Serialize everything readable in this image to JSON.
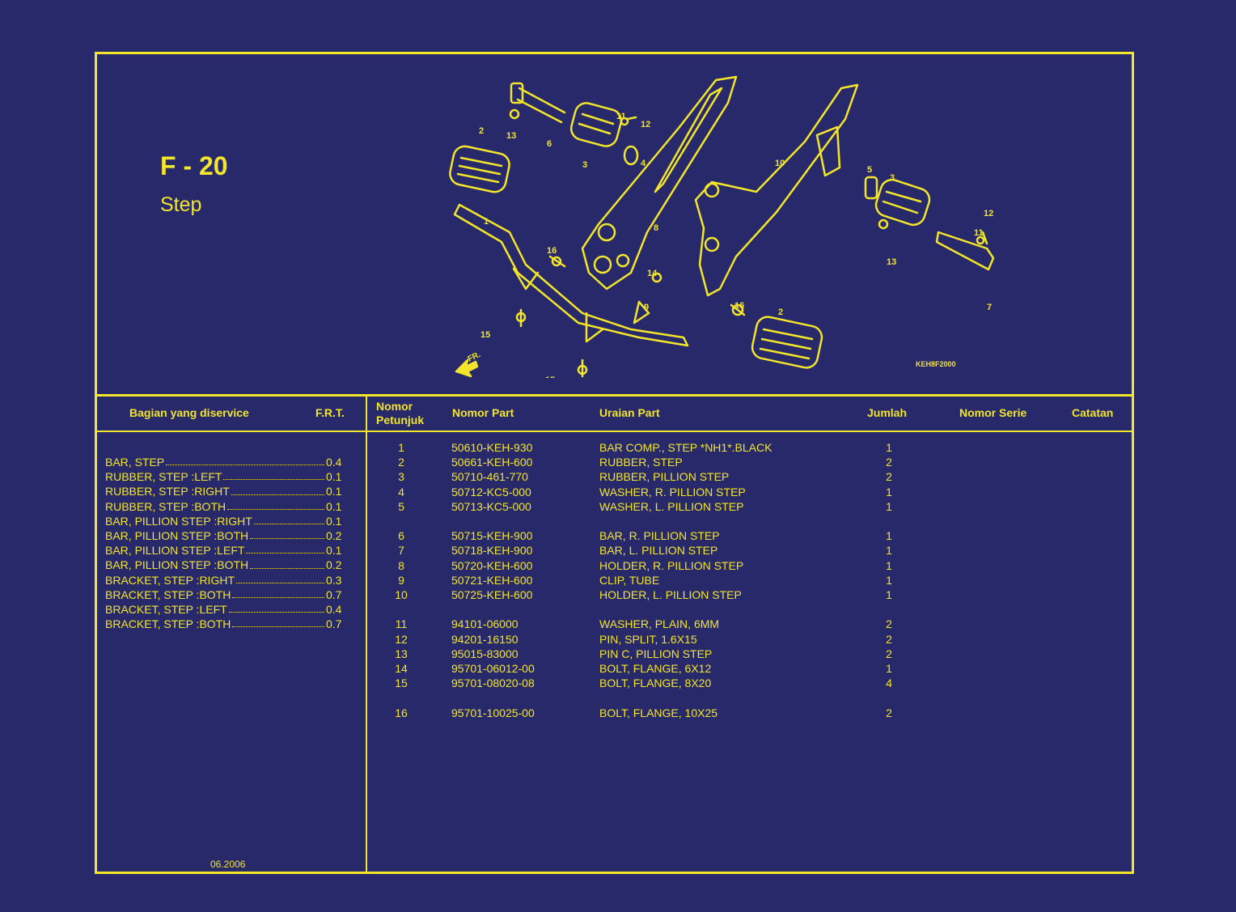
{
  "header": {
    "code": "F - 20",
    "title": "Step"
  },
  "diagram": {
    "code": "KEH8F2000",
    "fr_label": "FR."
  },
  "columns": {
    "serviced": "Bagian yang diservice",
    "frt": "F.R.T.",
    "ref_line1": "Nomor",
    "ref_line2": "Petunjuk",
    "part_no": "Nomor Part",
    "description": "Uraian Part",
    "qty": "Jumlah",
    "serial": "Nomor Serie",
    "notes": "Catatan"
  },
  "services": [
    {
      "name": "BAR, STEP",
      "frt": "0.4"
    },
    {
      "name": "RUBBER, STEP :LEFT",
      "frt": "0.1"
    },
    {
      "name": "RUBBER, STEP :RIGHT",
      "frt": "0.1"
    },
    {
      "name": "RUBBER, STEP :BOTH",
      "frt": "0.1"
    },
    {
      "name": "BAR, PILLION STEP :RIGHT",
      "frt": "0.1"
    },
    {
      "name": "BAR, PILLION STEP :BOTH",
      "frt": "0.2"
    },
    {
      "name": "BAR, PILLION STEP :LEFT",
      "frt": "0.1"
    },
    {
      "name": "BAR, PILLION STEP :BOTH",
      "frt": "0.2"
    },
    {
      "name": "BRACKET, STEP :RIGHT",
      "frt": "0.3"
    },
    {
      "name": "BRACKET, STEP :BOTH",
      "frt": "0.7"
    },
    {
      "name": "BRACKET, STEP :LEFT",
      "frt": "0.4"
    },
    {
      "name": "BRACKET, STEP :BOTH",
      "frt": "0.7"
    }
  ],
  "footer_date": "06.2006",
  "parts": [
    {
      "ref": "1",
      "part_no": "50610-KEH-930",
      "desc": "BAR COMP., STEP *NH1*.BLACK",
      "qty": "1"
    },
    {
      "ref": "2",
      "part_no": "50661-KEH-600",
      "desc": "RUBBER, STEP",
      "qty": "2"
    },
    {
      "ref": "3",
      "part_no": "50710-461-770",
      "desc": "RUBBER, PILLION STEP",
      "qty": "2"
    },
    {
      "ref": "4",
      "part_no": "50712-KC5-000",
      "desc": "WASHER, R. PILLION STEP",
      "qty": "1"
    },
    {
      "ref": "5",
      "part_no": "50713-KC5-000",
      "desc": "WASHER, L. PILLION STEP",
      "qty": "1"
    },
    {
      "ref": "6",
      "part_no": "50715-KEH-900",
      "desc": "BAR, R. PILLION STEP",
      "qty": "1"
    },
    {
      "ref": "7",
      "part_no": "50718-KEH-900",
      "desc": "BAR, L. PILLION STEP",
      "qty": "1"
    },
    {
      "ref": "8",
      "part_no": "50720-KEH-600",
      "desc": "HOLDER, R. PILLION STEP",
      "qty": "1"
    },
    {
      "ref": "9",
      "part_no": "50721-KEH-600",
      "desc": "CLIP, TUBE",
      "qty": "1"
    },
    {
      "ref": "10",
      "part_no": "50725-KEH-600",
      "desc": "HOLDER, L. PILLION STEP",
      "qty": "1"
    },
    {
      "ref": "11",
      "part_no": "94101-06000",
      "desc": "WASHER, PLAIN, 6MM",
      "qty": "2"
    },
    {
      "ref": "12",
      "part_no": "94201-16150",
      "desc": "PIN, SPLIT, 1.6X15",
      "qty": "2"
    },
    {
      "ref": "13",
      "part_no": "95015-83000",
      "desc": "PIN C, PILLION STEP",
      "qty": "2"
    },
    {
      "ref": "14",
      "part_no": "95701-06012-00",
      "desc": "BOLT, FLANGE, 6X12",
      "qty": "1"
    },
    {
      "ref": "15",
      "part_no": "95701-08020-08",
      "desc": "BOLT, FLANGE, 8X20",
      "qty": "4"
    },
    {
      "ref": "16",
      "part_no": "95701-10025-00",
      "desc": "BOLT, FLANGE, 10X25",
      "qty": "2"
    }
  ],
  "colors": {
    "background": "#27296b",
    "line": "#f3e52a"
  }
}
